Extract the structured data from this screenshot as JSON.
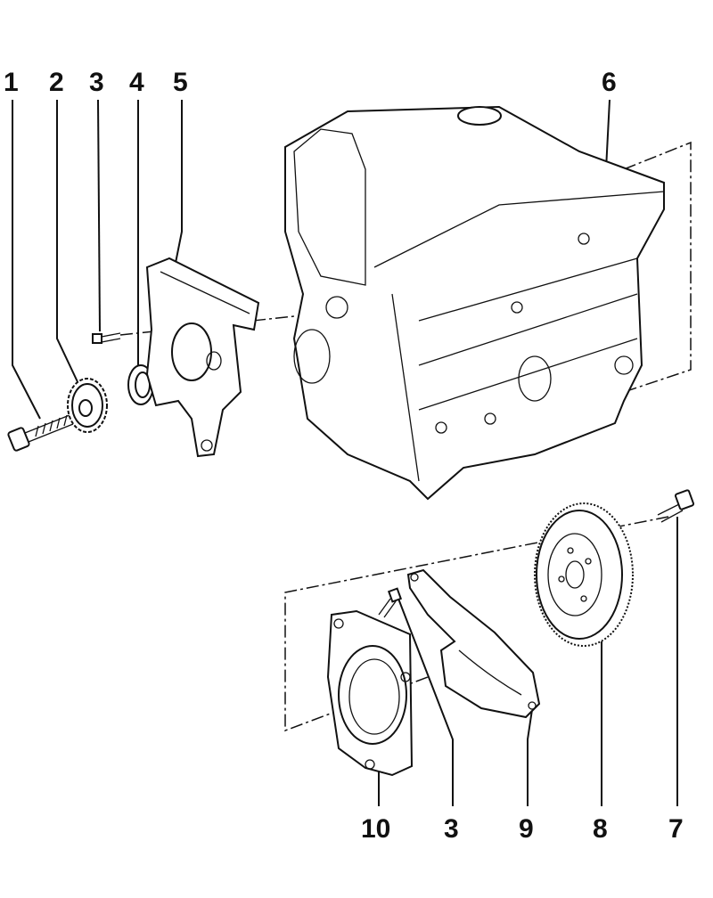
{
  "diagram": {
    "type": "exploded-view",
    "callouts_top": [
      "1",
      "2",
      "3",
      "4",
      "5",
      "6"
    ],
    "callouts_bottom": [
      "10",
      "3",
      "9",
      "8",
      "7"
    ]
  }
}
